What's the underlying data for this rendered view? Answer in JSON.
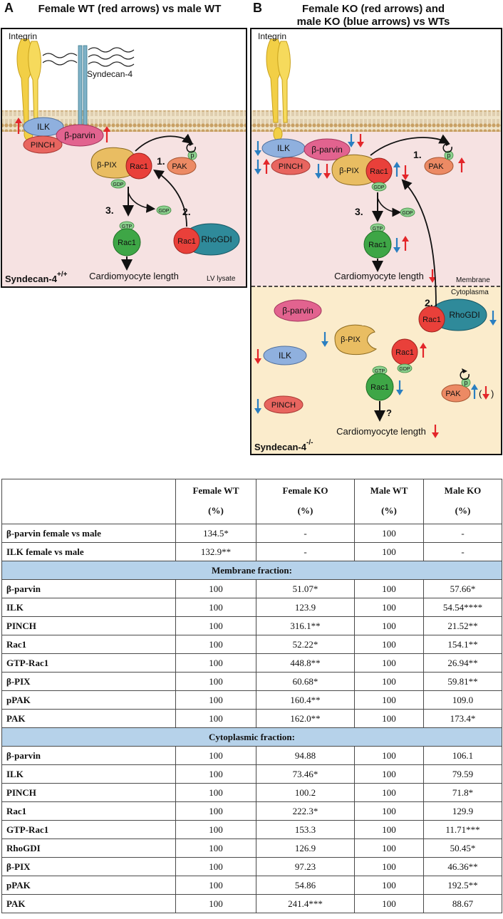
{
  "panel_a": {
    "letter": "A",
    "title": "Female WT (red arrows) vs male WT",
    "labels": {
      "integrin": "Integrin",
      "syndecan": "Syndecan-4",
      "ilk": "ILK",
      "pinch": "PINCH",
      "parvin": "β-parvin",
      "pix": "β-PIX",
      "rac1": "Rac1",
      "pak": "PAK",
      "p": "p",
      "gdp": "GDP",
      "gtp": "GTP",
      "rhogdi": "RhoGDI",
      "step1": "1.",
      "step2": "2.",
      "step3": "3.",
      "length": "Cardiomyocyte length",
      "lysate": "LV lysate",
      "genotype": "Syndecan-4",
      "genotype_sup": "+/+"
    }
  },
  "panel_b": {
    "letter": "B",
    "title_line1": "Female KO (red arrows) and",
    "title_line2": "male KO (blue arrows) vs WTs",
    "labels": {
      "integrin": "Integrin",
      "ilk": "ILK",
      "pinch": "PINCH",
      "parvin": "β-parvin",
      "pix": "β-PIX",
      "rac1": "Rac1",
      "pak": "PAK",
      "p": "p",
      "gdp": "GDP",
      "gtp": "GTP",
      "rhogdi": "RhoGDI",
      "step1": "1.",
      "step2": "2.",
      "step3": "3.",
      "length": "Cardiomyocyte length",
      "membrane": "Membrane",
      "cytoplasma": "Cytoplasma",
      "question": "?",
      "pak_paren_open": "(",
      "pak_paren_close": ")",
      "genotype": "Syndecan-4",
      "genotype_sup": "-/-"
    }
  },
  "colors": {
    "red_arrow": "#e3262a",
    "blue_arrow": "#2a7fc1",
    "membrane_bg": "#f6e2e2",
    "cytoplasm_bg": "#fbeccc",
    "ilk": "#8fb0de",
    "pinch": "#e8655f",
    "parvin": "#e2638f",
    "pix": "#e9bd62",
    "rac1_red": "#e9403a",
    "rac1_green": "#3ea646",
    "rhogdi": "#2f8a9a",
    "pak": "#ec8a64",
    "section_bg": "#b6d2ea"
  },
  "table": {
    "headers": [
      {
        "line1": "",
        "line2": ""
      },
      {
        "line1": "Female WT",
        "line2": "(%)"
      },
      {
        "line1": "Female KO",
        "line2": "(%)"
      },
      {
        "line1": "Male WT",
        "line2": "(%)"
      },
      {
        "line1": "Male KO",
        "line2": "(%)"
      }
    ],
    "top_rows": [
      {
        "label": "β-parvin female vs male",
        "values": [
          "134.5*",
          "-",
          "100",
          "-"
        ]
      },
      {
        "label": "ILK female vs male",
        "values": [
          "132.9**",
          "-",
          "100",
          "-"
        ]
      }
    ],
    "sections": [
      {
        "title": "Membrane fraction:",
        "rows": [
          {
            "label": "β-parvin",
            "values": [
              "100",
              "51.07*",
              "100",
              "57.66*"
            ]
          },
          {
            "label": "ILK",
            "values": [
              "100",
              "123.9",
              "100",
              "54.54****"
            ]
          },
          {
            "label": "PINCH",
            "values": [
              "100",
              "316.1**",
              "100",
              "21.52**"
            ]
          },
          {
            "label": "Rac1",
            "values": [
              "100",
              "52.22*",
              "100",
              "154.1**"
            ]
          },
          {
            "label": "GTP-Rac1",
            "values": [
              "100",
              "448.8**",
              "100",
              "26.94**"
            ]
          },
          {
            "label": "β-PIX",
            "values": [
              "100",
              "60.68*",
              "100",
              "59.81**"
            ]
          },
          {
            "label": "pPAK",
            "values": [
              "100",
              "160.4**",
              "100",
              "109.0"
            ]
          },
          {
            "label": "PAK",
            "values": [
              "100",
              "162.0**",
              "100",
              "173.4*"
            ]
          }
        ]
      },
      {
        "title": "Cytoplasmic fraction:",
        "rows": [
          {
            "label": "β-parvin",
            "values": [
              "100",
              "94.88",
              "100",
              "106.1"
            ]
          },
          {
            "label": "ILK",
            "values": [
              "100",
              "73.46*",
              "100",
              "79.59"
            ]
          },
          {
            "label": "PINCH",
            "values": [
              "100",
              "100.2",
              "100",
              "71.8*"
            ]
          },
          {
            "label": "Rac1",
            "values": [
              "100",
              "222.3*",
              "100",
              "129.9"
            ]
          },
          {
            "label": "GTP-Rac1",
            "values": [
              "100",
              "153.3",
              "100",
              "11.71***"
            ]
          },
          {
            "label": "RhoGDI",
            "values": [
              "100",
              "126.9",
              "100",
              "50.45*"
            ]
          },
          {
            "label": "β-PIX",
            "values": [
              "100",
              "97.23",
              "100",
              "46.36**"
            ]
          },
          {
            "label": "pPAK",
            "values": [
              "100",
              "54.86",
              "100",
              "192.5**"
            ]
          },
          {
            "label": "PAK",
            "values": [
              "100",
              "241.4***",
              "100",
              "88.67"
            ]
          }
        ]
      }
    ]
  }
}
